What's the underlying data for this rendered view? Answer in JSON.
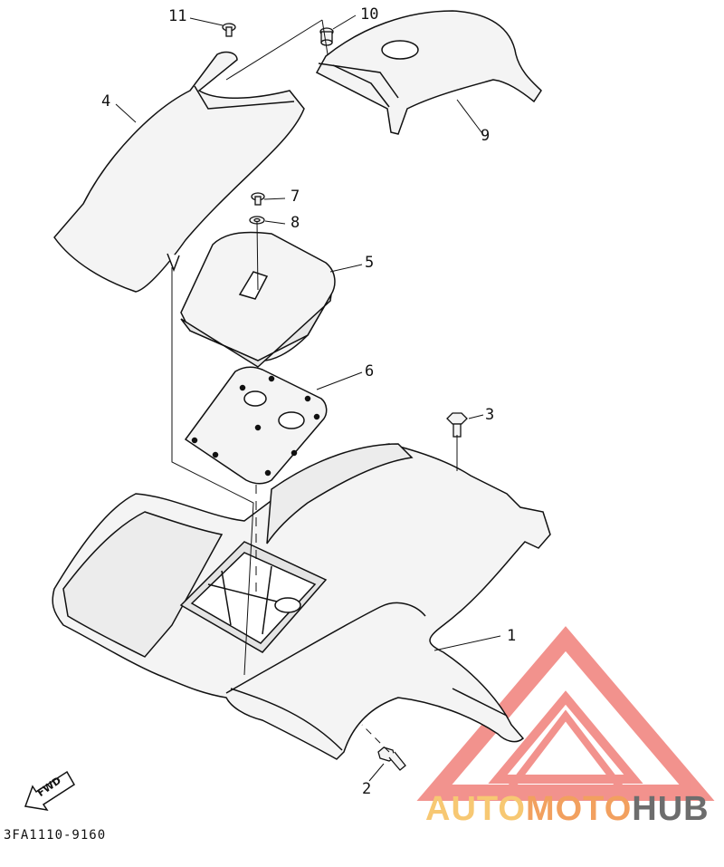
{
  "callouts": {
    "part_1": "1",
    "part_2": "2",
    "part_3": "3",
    "part_4": "4",
    "part_5": "5",
    "part_6": "6",
    "part_7": "7",
    "part_8": "8",
    "part_9": "9",
    "part_10": "10",
    "part_11": "11"
  },
  "direction_label": "FWD",
  "catalog_code": "3FA1110-9160",
  "logo": {
    "word_part_1": "AUTO",
    "word_part_2": "MOTO",
    "word_part_3": "HUB",
    "colors": {
      "triangle": "#f0807a",
      "auto": "#f7c873",
      "moto": "#f2a05f",
      "hub": "#6d6d6d"
    }
  },
  "line_color": "#111111",
  "part_fill": "#f4f4f4"
}
